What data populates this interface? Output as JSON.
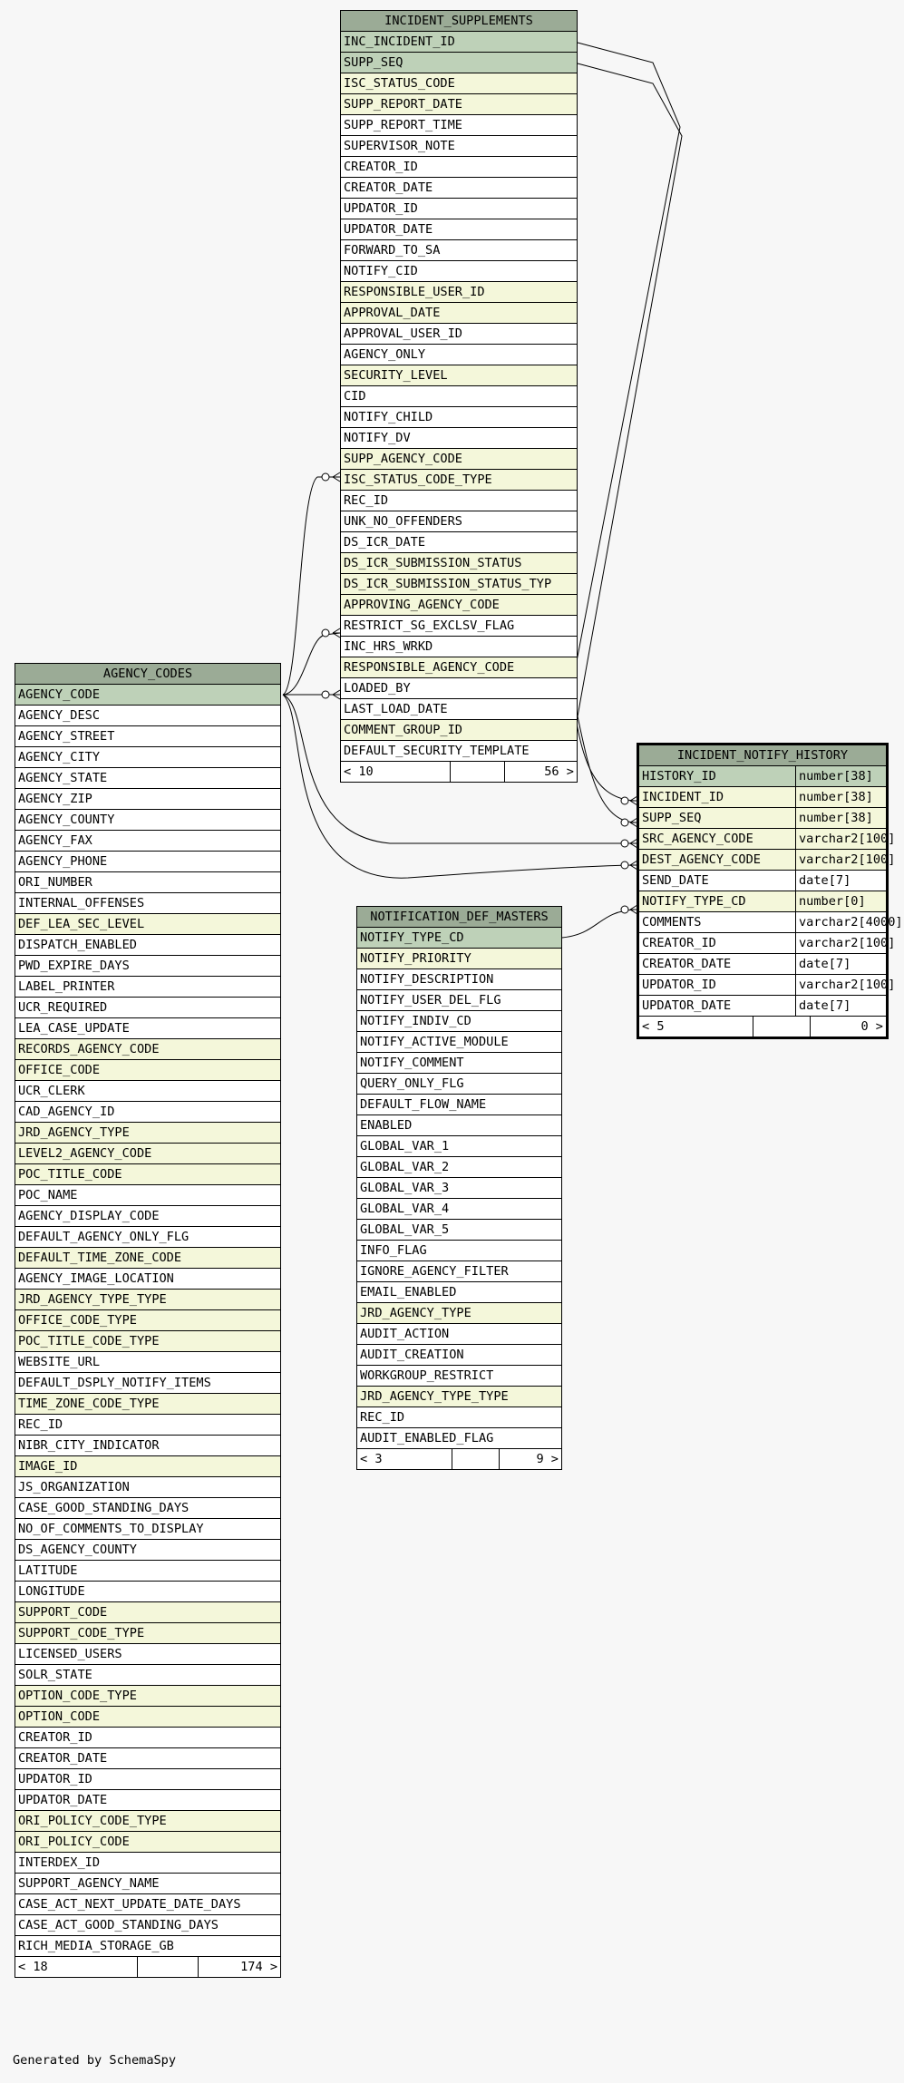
{
  "generated_by": "Generated by SchemaSpy",
  "tables": [
    {
      "id": "incident_supplements",
      "title": "INCIDENT_SUPPLEMENTS",
      "columns": [
        {
          "name": "INC_INCIDENT_ID",
          "kind": "pk"
        },
        {
          "name": "SUPP_SEQ",
          "kind": "pk"
        },
        {
          "name": "ISC_STATUS_CODE",
          "kind": "fk"
        },
        {
          "name": "SUPP_REPORT_DATE",
          "kind": "fk"
        },
        {
          "name": "SUPP_REPORT_TIME",
          "kind": "plain"
        },
        {
          "name": "SUPERVISOR_NOTE",
          "kind": "plain"
        },
        {
          "name": "CREATOR_ID",
          "kind": "plain"
        },
        {
          "name": "CREATOR_DATE",
          "kind": "plain"
        },
        {
          "name": "UPDATOR_ID",
          "kind": "plain"
        },
        {
          "name": "UPDATOR_DATE",
          "kind": "plain"
        },
        {
          "name": "FORWARD_TO_SA",
          "kind": "plain"
        },
        {
          "name": "NOTIFY_CID",
          "kind": "plain"
        },
        {
          "name": "RESPONSIBLE_USER_ID",
          "kind": "fk"
        },
        {
          "name": "APPROVAL_DATE",
          "kind": "fk"
        },
        {
          "name": "APPROVAL_USER_ID",
          "kind": "plain"
        },
        {
          "name": "AGENCY_ONLY",
          "kind": "plain"
        },
        {
          "name": "SECURITY_LEVEL",
          "kind": "fk"
        },
        {
          "name": "CID",
          "kind": "plain"
        },
        {
          "name": "NOTIFY_CHILD",
          "kind": "plain"
        },
        {
          "name": "NOTIFY_DV",
          "kind": "plain"
        },
        {
          "name": "SUPP_AGENCY_CODE",
          "kind": "fk"
        },
        {
          "name": "ISC_STATUS_CODE_TYPE",
          "kind": "fk"
        },
        {
          "name": "REC_ID",
          "kind": "plain"
        },
        {
          "name": "UNK_NO_OFFENDERS",
          "kind": "plain"
        },
        {
          "name": "DS_ICR_DATE",
          "kind": "plain"
        },
        {
          "name": "DS_ICR_SUBMISSION_STATUS",
          "kind": "fk"
        },
        {
          "name": "DS_ICR_SUBMISSION_STATUS_TYP",
          "kind": "fk"
        },
        {
          "name": "APPROVING_AGENCY_CODE",
          "kind": "fk"
        },
        {
          "name": "RESTRICT_SG_EXCLSV_FLAG",
          "kind": "plain"
        },
        {
          "name": "INC_HRS_WRKD",
          "kind": "plain"
        },
        {
          "name": "RESPONSIBLE_AGENCY_CODE",
          "kind": "fk"
        },
        {
          "name": "LOADED_BY",
          "kind": "plain"
        },
        {
          "name": "LAST_LOAD_DATE",
          "kind": "plain"
        },
        {
          "name": "COMMENT_GROUP_ID",
          "kind": "fk"
        },
        {
          "name": "DEFAULT_SECURITY_TEMPLATE",
          "kind": "plain"
        }
      ],
      "footer": {
        "left": "< 10",
        "right": "56 >"
      }
    },
    {
      "id": "agency_codes",
      "title": "AGENCY_CODES",
      "columns": [
        {
          "name": "AGENCY_CODE",
          "kind": "pk"
        },
        {
          "name": "AGENCY_DESC",
          "kind": "plain"
        },
        {
          "name": "AGENCY_STREET",
          "kind": "plain"
        },
        {
          "name": "AGENCY_CITY",
          "kind": "plain"
        },
        {
          "name": "AGENCY_STATE",
          "kind": "plain"
        },
        {
          "name": "AGENCY_ZIP",
          "kind": "plain"
        },
        {
          "name": "AGENCY_COUNTY",
          "kind": "plain"
        },
        {
          "name": "AGENCY_FAX",
          "kind": "plain"
        },
        {
          "name": "AGENCY_PHONE",
          "kind": "plain"
        },
        {
          "name": "ORI_NUMBER",
          "kind": "plain"
        },
        {
          "name": "INTERNAL_OFFENSES",
          "kind": "plain"
        },
        {
          "name": "DEF_LEA_SEC_LEVEL",
          "kind": "fk"
        },
        {
          "name": "DISPATCH_ENABLED",
          "kind": "plain"
        },
        {
          "name": "PWD_EXPIRE_DAYS",
          "kind": "plain"
        },
        {
          "name": "LABEL_PRINTER",
          "kind": "plain"
        },
        {
          "name": "UCR_REQUIRED",
          "kind": "plain"
        },
        {
          "name": "LEA_CASE_UPDATE",
          "kind": "plain"
        },
        {
          "name": "RECORDS_AGENCY_CODE",
          "kind": "fk"
        },
        {
          "name": "OFFICE_CODE",
          "kind": "fk"
        },
        {
          "name": "UCR_CLERK",
          "kind": "plain"
        },
        {
          "name": "CAD_AGENCY_ID",
          "kind": "plain"
        },
        {
          "name": "JRD_AGENCY_TYPE",
          "kind": "fk"
        },
        {
          "name": "LEVEL2_AGENCY_CODE",
          "kind": "fk"
        },
        {
          "name": "POC_TITLE_CODE",
          "kind": "fk"
        },
        {
          "name": "POC_NAME",
          "kind": "plain"
        },
        {
          "name": "AGENCY_DISPLAY_CODE",
          "kind": "plain"
        },
        {
          "name": "DEFAULT_AGENCY_ONLY_FLG",
          "kind": "plain"
        },
        {
          "name": "DEFAULT_TIME_ZONE_CODE",
          "kind": "fk"
        },
        {
          "name": "AGENCY_IMAGE_LOCATION",
          "kind": "plain"
        },
        {
          "name": "JRD_AGENCY_TYPE_TYPE",
          "kind": "fk"
        },
        {
          "name": "OFFICE_CODE_TYPE",
          "kind": "fk"
        },
        {
          "name": "POC_TITLE_CODE_TYPE",
          "kind": "fk"
        },
        {
          "name": "WEBSITE_URL",
          "kind": "plain"
        },
        {
          "name": "DEFAULT_DSPLY_NOTIFY_ITEMS",
          "kind": "plain"
        },
        {
          "name": "TIME_ZONE_CODE_TYPE",
          "kind": "fk"
        },
        {
          "name": "REC_ID",
          "kind": "plain"
        },
        {
          "name": "NIBR_CITY_INDICATOR",
          "kind": "plain"
        },
        {
          "name": "IMAGE_ID",
          "kind": "fk"
        },
        {
          "name": "JS_ORGANIZATION",
          "kind": "plain"
        },
        {
          "name": "CASE_GOOD_STANDING_DAYS",
          "kind": "plain"
        },
        {
          "name": "NO_OF_COMMENTS_TO_DISPLAY",
          "kind": "plain"
        },
        {
          "name": "DS_AGENCY_COUNTY",
          "kind": "plain"
        },
        {
          "name": "LATITUDE",
          "kind": "plain"
        },
        {
          "name": "LONGITUDE",
          "kind": "plain"
        },
        {
          "name": "SUPPORT_CODE",
          "kind": "fk"
        },
        {
          "name": "SUPPORT_CODE_TYPE",
          "kind": "fk"
        },
        {
          "name": "LICENSED_USERS",
          "kind": "plain"
        },
        {
          "name": "SOLR_STATE",
          "kind": "plain"
        },
        {
          "name": "OPTION_CODE_TYPE",
          "kind": "fk"
        },
        {
          "name": "OPTION_CODE",
          "kind": "fk"
        },
        {
          "name": "CREATOR_ID",
          "kind": "plain"
        },
        {
          "name": "CREATOR_DATE",
          "kind": "plain"
        },
        {
          "name": "UPDATOR_ID",
          "kind": "plain"
        },
        {
          "name": "UPDATOR_DATE",
          "kind": "plain"
        },
        {
          "name": "ORI_POLICY_CODE_TYPE",
          "kind": "fk"
        },
        {
          "name": "ORI_POLICY_CODE",
          "kind": "fk"
        },
        {
          "name": "INTERDEX_ID",
          "kind": "plain"
        },
        {
          "name": "SUPPORT_AGENCY_NAME",
          "kind": "plain"
        },
        {
          "name": "CASE_ACT_NEXT_UPDATE_DATE_DAYS",
          "kind": "plain"
        },
        {
          "name": "CASE_ACT_GOOD_STANDING_DAYS",
          "kind": "plain"
        },
        {
          "name": "RICH_MEDIA_STORAGE_GB",
          "kind": "plain"
        }
      ],
      "footer": {
        "left": "< 18",
        "right": "174 >"
      }
    },
    {
      "id": "notification_def_masters",
      "title": "NOTIFICATION_DEF_MASTERS",
      "columns": [
        {
          "name": "NOTIFY_TYPE_CD",
          "kind": "pk"
        },
        {
          "name": "NOTIFY_PRIORITY",
          "kind": "fk"
        },
        {
          "name": "NOTIFY_DESCRIPTION",
          "kind": "plain"
        },
        {
          "name": "NOTIFY_USER_DEL_FLG",
          "kind": "plain"
        },
        {
          "name": "NOTIFY_INDIV_CD",
          "kind": "plain"
        },
        {
          "name": "NOTIFY_ACTIVE_MODULE",
          "kind": "plain"
        },
        {
          "name": "NOTIFY_COMMENT",
          "kind": "plain"
        },
        {
          "name": "QUERY_ONLY_FLG",
          "kind": "plain"
        },
        {
          "name": "DEFAULT_FLOW_NAME",
          "kind": "plain"
        },
        {
          "name": "ENABLED",
          "kind": "plain"
        },
        {
          "name": "GLOBAL_VAR_1",
          "kind": "plain"
        },
        {
          "name": "GLOBAL_VAR_2",
          "kind": "plain"
        },
        {
          "name": "GLOBAL_VAR_3",
          "kind": "plain"
        },
        {
          "name": "GLOBAL_VAR_4",
          "kind": "plain"
        },
        {
          "name": "GLOBAL_VAR_5",
          "kind": "plain"
        },
        {
          "name": "INFO_FLAG",
          "kind": "plain"
        },
        {
          "name": "IGNORE_AGENCY_FILTER",
          "kind": "plain"
        },
        {
          "name": "EMAIL_ENABLED",
          "kind": "plain"
        },
        {
          "name": "JRD_AGENCY_TYPE",
          "kind": "fk"
        },
        {
          "name": "AUDIT_ACTION",
          "kind": "plain"
        },
        {
          "name": "AUDIT_CREATION",
          "kind": "plain"
        },
        {
          "name": "WORKGROUP_RESTRICT",
          "kind": "plain"
        },
        {
          "name": "JRD_AGENCY_TYPE_TYPE",
          "kind": "fk"
        },
        {
          "name": "REC_ID",
          "kind": "plain"
        },
        {
          "name": "AUDIT_ENABLED_FLAG",
          "kind": "plain"
        }
      ],
      "footer": {
        "left": "< 3",
        "right": "9 >"
      }
    },
    {
      "id": "incident_notify_history",
      "title": "INCIDENT_NOTIFY_HISTORY",
      "columns": [
        {
          "name": "HISTORY_ID",
          "type": "number[38]",
          "kind": "pk"
        },
        {
          "name": "INCIDENT_ID",
          "type": "number[38]",
          "kind": "fk"
        },
        {
          "name": "SUPP_SEQ",
          "type": "number[38]",
          "kind": "fk"
        },
        {
          "name": "SRC_AGENCY_CODE",
          "type": "varchar2[100]",
          "kind": "fk"
        },
        {
          "name": "DEST_AGENCY_CODE",
          "type": "varchar2[100]",
          "kind": "fk"
        },
        {
          "name": "SEND_DATE",
          "type": "date[7]",
          "kind": "plain"
        },
        {
          "name": "NOTIFY_TYPE_CD",
          "type": "number[0]",
          "kind": "fk"
        },
        {
          "name": "COMMENTS",
          "type": "varchar2[4000]",
          "kind": "plain"
        },
        {
          "name": "CREATOR_ID",
          "type": "varchar2[100]",
          "kind": "plain"
        },
        {
          "name": "CREATOR_DATE",
          "type": "date[7]",
          "kind": "plain"
        },
        {
          "name": "UPDATOR_ID",
          "type": "varchar2[100]",
          "kind": "plain"
        },
        {
          "name": "UPDATOR_DATE",
          "type": "date[7]",
          "kind": "plain"
        }
      ],
      "footer": {
        "left": "< 5",
        "right": "0 >"
      }
    }
  ]
}
